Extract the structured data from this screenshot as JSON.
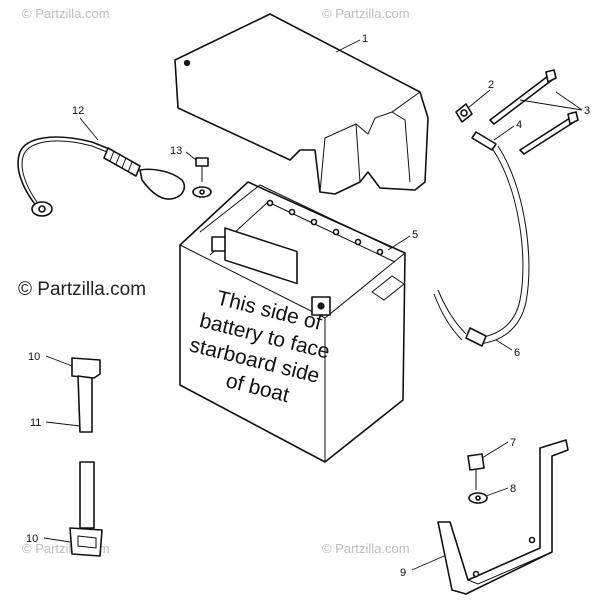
{
  "watermarks": {
    "top_left": "© Partzilla.com",
    "top_right": "© Partzilla.com",
    "middle_left": "© Partzilla.com",
    "bottom_left": "© Partzilla.com",
    "bottom_right": "© Partzilla.com"
  },
  "battery_label": {
    "line1": "This side of",
    "line2": "battery to face",
    "line3": "starboard side",
    "line4": "of boat"
  },
  "callouts": {
    "c1": "1",
    "c2": "2",
    "c3": "3",
    "c4": "4",
    "c5": "5",
    "c6": "6",
    "c7": "7",
    "c8": "8",
    "c9": "9",
    "c10a": "10",
    "c10b": "10",
    "c11": "11",
    "c12": "12",
    "c13": "13"
  }
}
